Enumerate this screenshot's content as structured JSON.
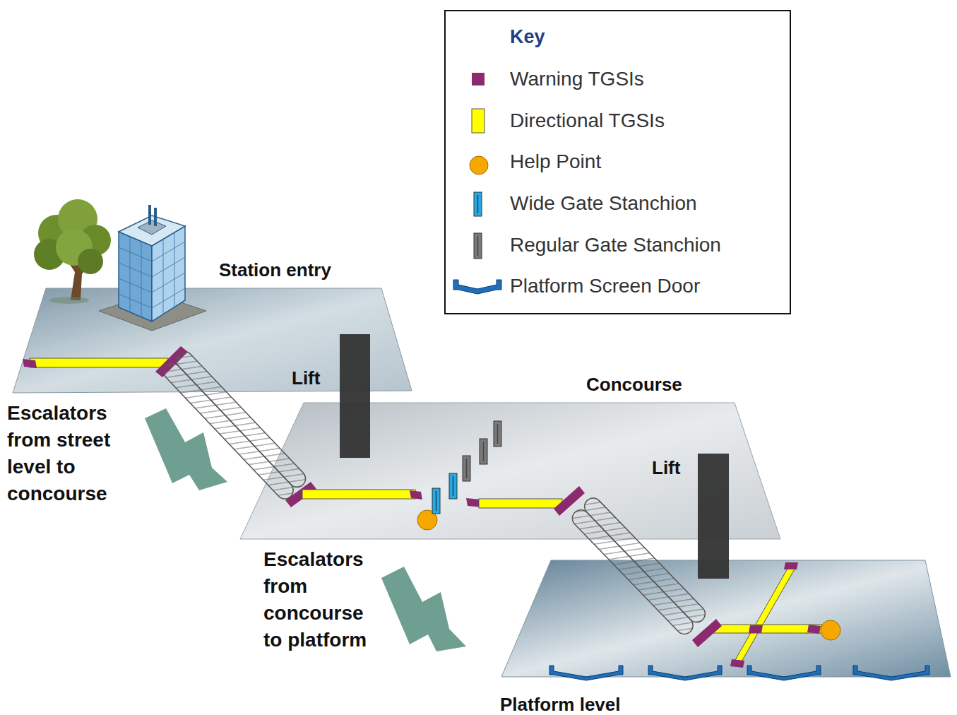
{
  "diagram": {
    "labels": [
      "Station entry",
      "Lift",
      "Concourse",
      "Lift",
      "Escalators from street level to concourse",
      "Escalators from concourse to platform",
      "Platform level",
      "Key"
    ],
    "legend": [
      {
        "text": "Warning TGSIs",
        "color": "#8b2a6f"
      },
      {
        "text": "Directional TGSIs",
        "color": "#ffff00"
      },
      {
        "text": "Help Point",
        "color": "#f7a800"
      },
      {
        "text": "Wide Gate Stanchion"
      },
      {
        "text": "Regular Gate Stanchion"
      },
      {
        "text": "Platform Screen Door"
      }
    ]
  }
}
